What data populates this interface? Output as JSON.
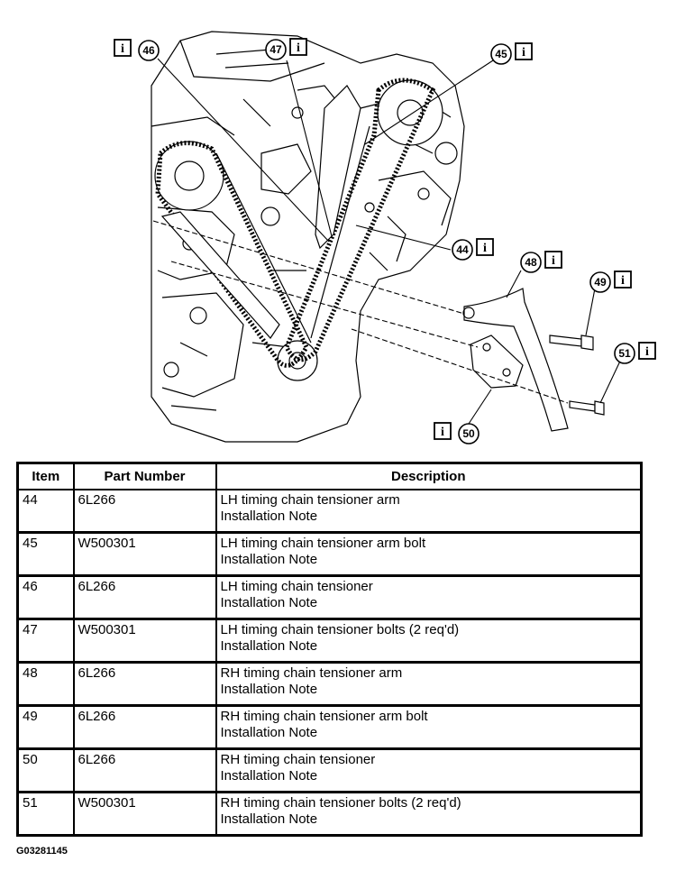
{
  "callouts": [
    {
      "num": "46",
      "info": "i"
    },
    {
      "num": "47",
      "info": "i"
    },
    {
      "num": "45",
      "info": "i"
    },
    {
      "num": "44",
      "info": "i"
    },
    {
      "num": "48",
      "info": "i"
    },
    {
      "num": "49",
      "info": "i"
    },
    {
      "num": "51",
      "info": "i"
    },
    {
      "num": "50",
      "info": "i"
    }
  ],
  "table": {
    "headers": {
      "item": "Item",
      "part": "Part Number",
      "desc": "Description"
    },
    "rows": [
      {
        "item": "44",
        "part": "6L266",
        "desc": "LH timing chain tensioner arm",
        "note": "Installation Note"
      },
      {
        "item": "45",
        "part": "W500301",
        "desc": "LH timing chain tensioner arm bolt",
        "note": "Installation Note"
      },
      {
        "item": "46",
        "part": "6L266",
        "desc": "LH timing chain tensioner",
        "note": "Installation Note"
      },
      {
        "item": "47",
        "part": "W500301",
        "desc": "LH timing chain tensioner bolts (2 req'd)",
        "note": "Installation Note"
      },
      {
        "item": "48",
        "part": "6L266",
        "desc": "RH timing chain tensioner arm",
        "note": "Installation Note"
      },
      {
        "item": "49",
        "part": "6L266",
        "desc": "RH timing chain tensioner arm bolt",
        "note": "Installation Note"
      },
      {
        "item": "50",
        "part": "6L266",
        "desc": "RH timing chain tensioner",
        "note": "Installation Note"
      },
      {
        "item": "51",
        "part": "W500301",
        "desc": "RH timing chain tensioner bolts (2 req'd)",
        "note": "Installation Note"
      }
    ]
  },
  "figure_code": "G03281145"
}
